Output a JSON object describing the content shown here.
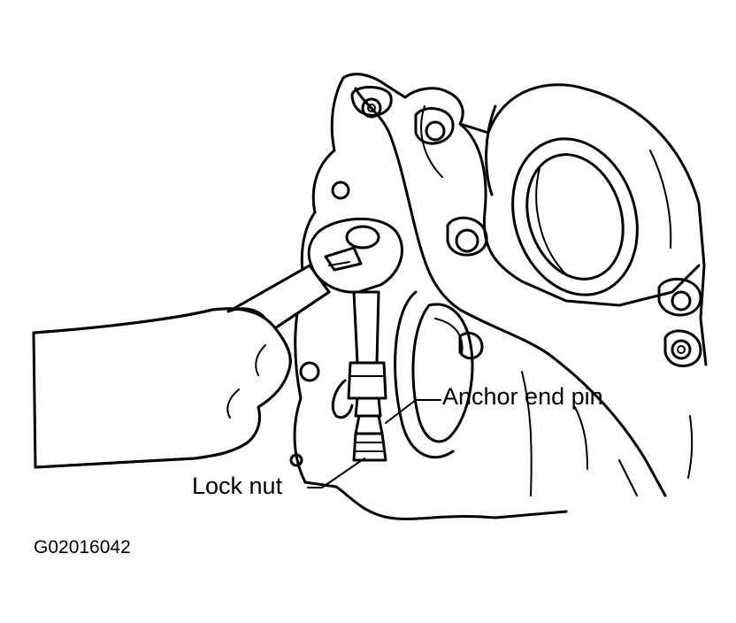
{
  "labels": {
    "anchor_end_pin": "Anchor end pin",
    "lock_nut": "Lock nut"
  },
  "figure_code": "G02016042",
  "colors": {
    "ink": "#000000",
    "paper": "#ffffff"
  }
}
